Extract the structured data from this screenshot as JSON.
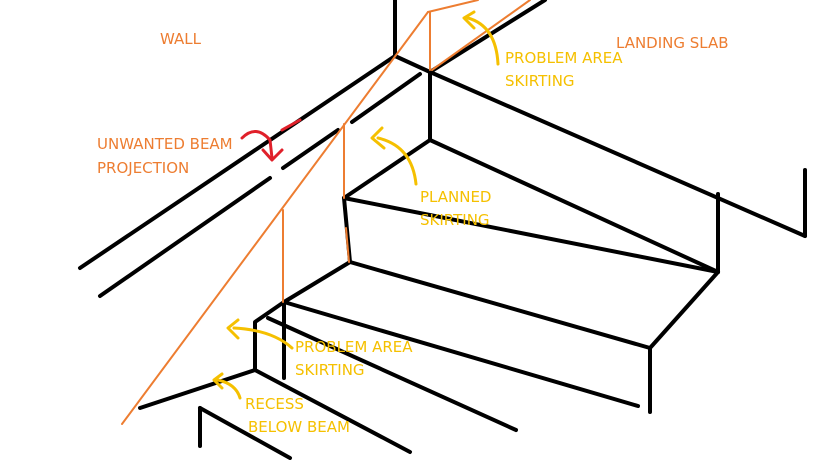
{
  "labels": {
    "wall": "WALL",
    "landing_slab": "LANDING SLAB",
    "problem_area_top_line1": "PROBLEM AREA",
    "problem_area_top_line2": "SKIRTING",
    "unwanted_beam_line1": "UNWANTED BEAM",
    "unwanted_beam_line2": "PROJECTION",
    "planned_skirting_line1": "PLANNED",
    "planned_skirting_line2": "SKIRTING",
    "problem_area_bottom_line1": "PROBLEM AREA",
    "problem_area_bottom_line2": "SKIRTING",
    "recess_line1": "RECESS",
    "recess_line2": "BELOW BEAM"
  },
  "colors": {
    "outline": "#000000",
    "skirting": "#ED7D31",
    "annotation": "#F5C000",
    "warning": "#E0202A"
  }
}
